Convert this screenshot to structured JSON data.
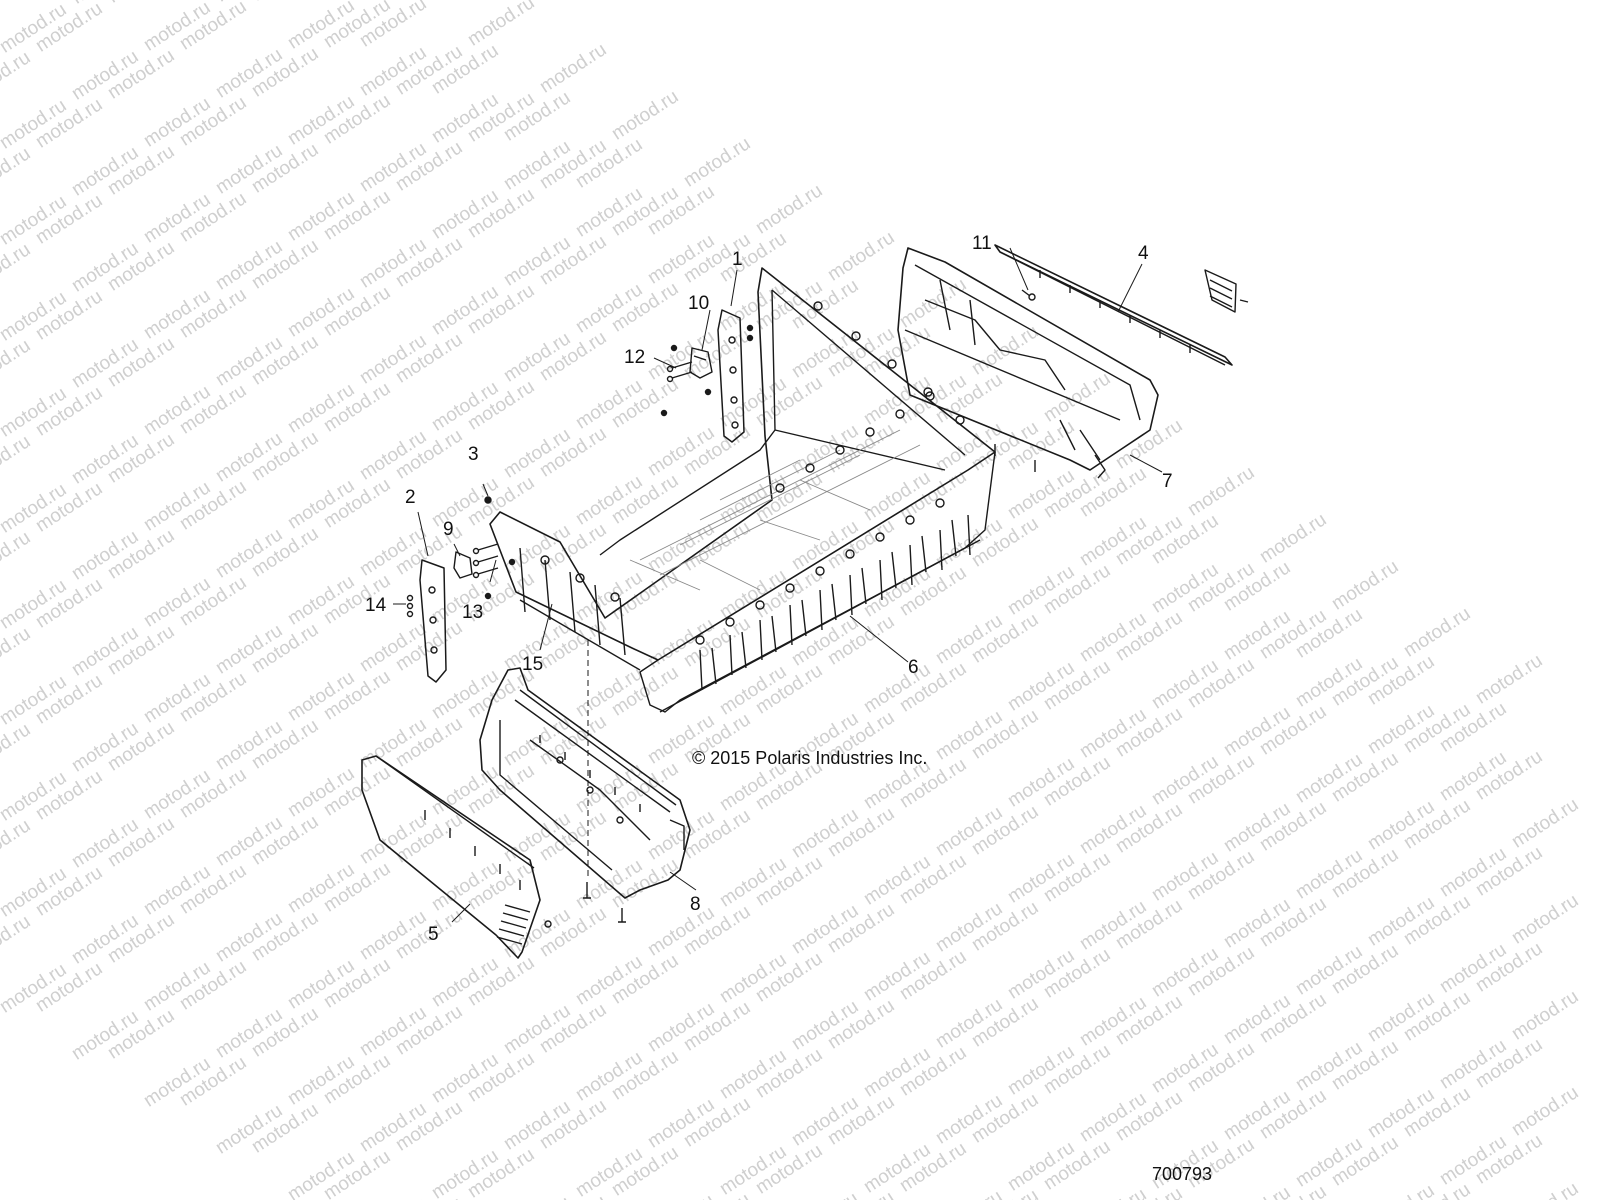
{
  "watermark": {
    "text": "motod.ru"
  },
  "copyright": "© 2015 Polaris Industries Inc.",
  "drawing_number": "700793",
  "callouts": [
    {
      "id": "1",
      "label": "1"
    },
    {
      "id": "2",
      "label": "2"
    },
    {
      "id": "3",
      "label": "3"
    },
    {
      "id": "4",
      "label": "4"
    },
    {
      "id": "5",
      "label": "5"
    },
    {
      "id": "6",
      "label": "6"
    },
    {
      "id": "7",
      "label": "7"
    },
    {
      "id": "8",
      "label": "8"
    },
    {
      "id": "9",
      "label": "9"
    },
    {
      "id": "10",
      "label": "10"
    },
    {
      "id": "11",
      "label": "11"
    },
    {
      "id": "12",
      "label": "12"
    },
    {
      "id": "13",
      "label": "13"
    },
    {
      "id": "14",
      "label": "14"
    },
    {
      "id": "15",
      "label": "15"
    }
  ]
}
